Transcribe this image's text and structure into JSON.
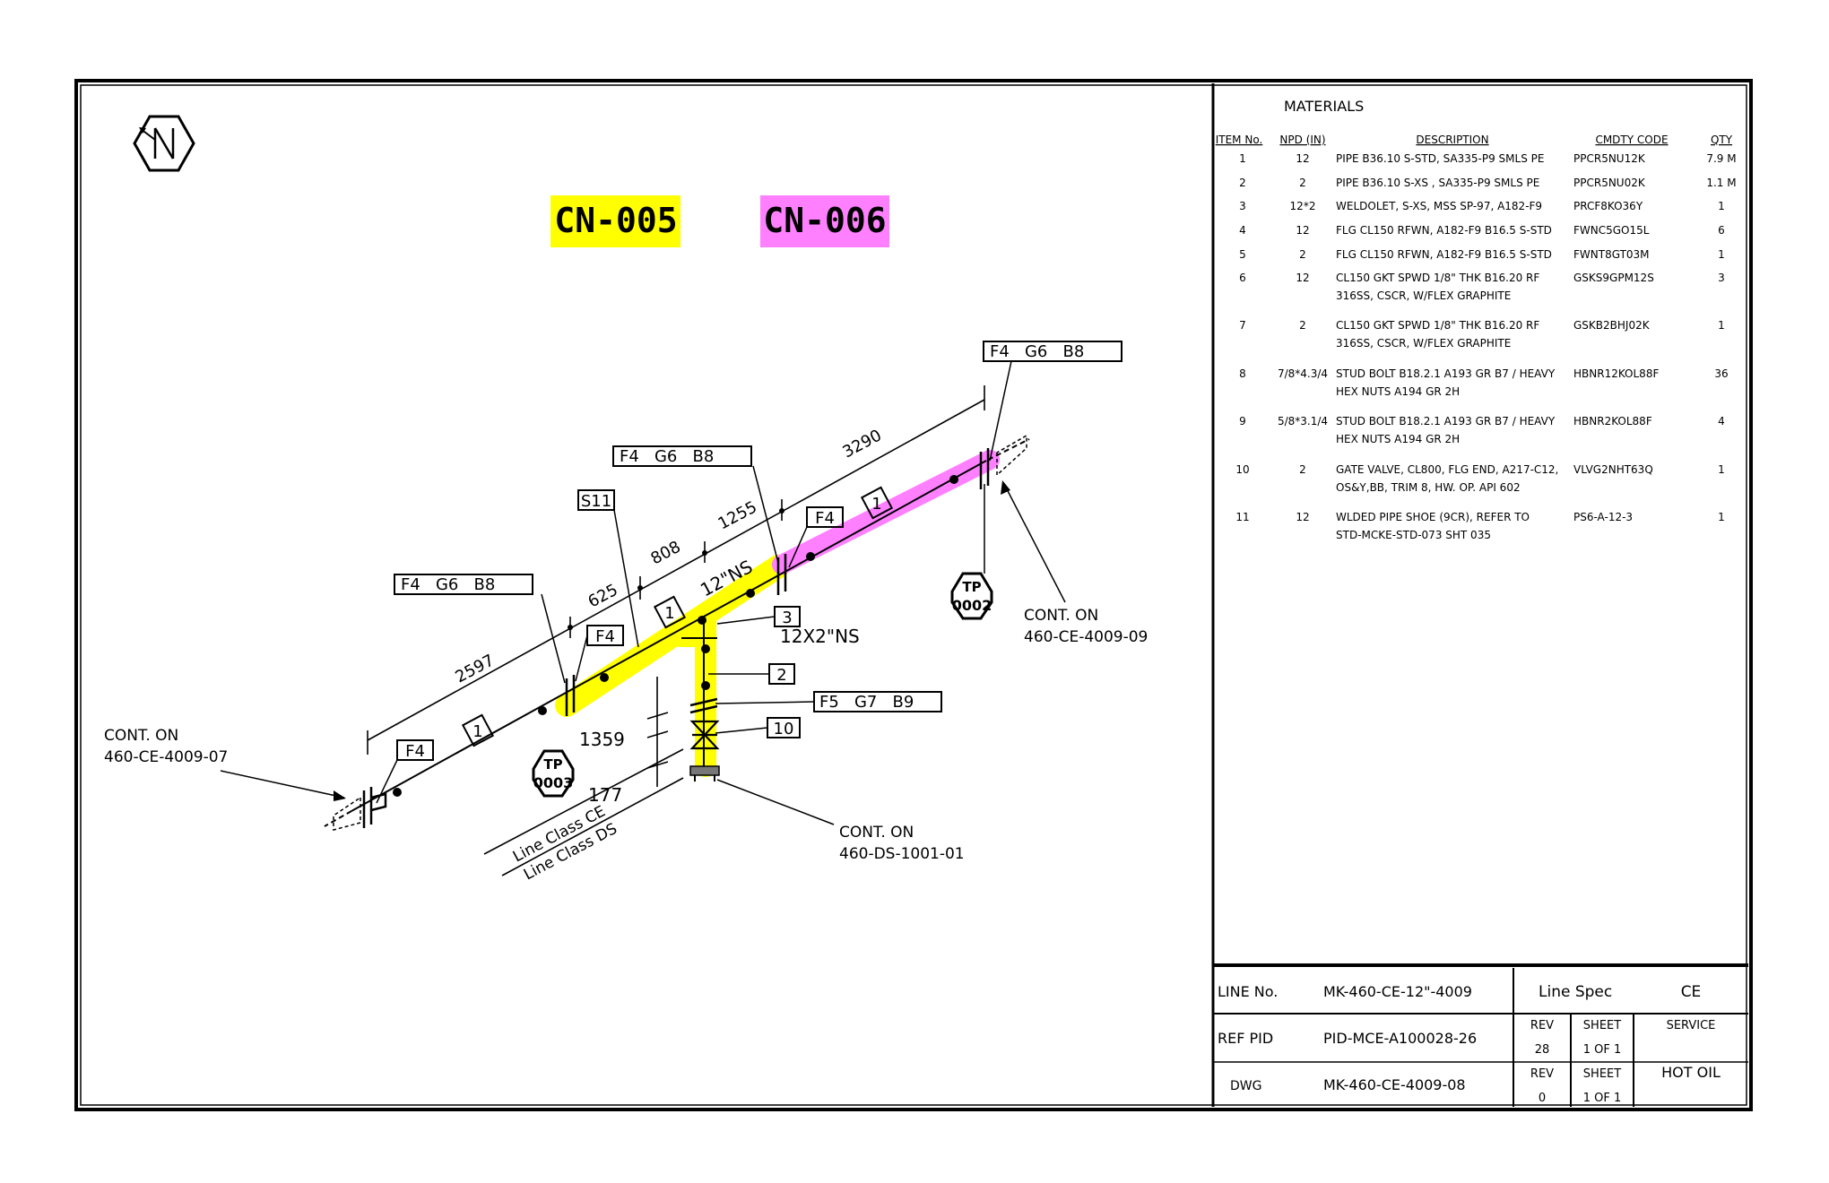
{
  "colors": {
    "cn_005": "#ffff00",
    "cn_006": "#ff80ff",
    "line": "#000000"
  },
  "icons": {
    "north": "north-arrow-icon",
    "tp": "test-point-icon",
    "shoe": "pipe-shoe-icon"
  },
  "callouts": {
    "cn_005": "CN-005",
    "cn_006": "CN-006",
    "fgb_top": "F4   G6   B8",
    "fgb_mid": "F4   G6   B8",
    "fgb_left": "F4   G6   B8",
    "fgb_branch": "F5   G7   B9",
    "f4_a": "F4",
    "f4_b": "F4",
    "f4_c": "F4",
    "s11": "S11",
    "item_1a": "1",
    "item_1b": "1",
    "item_1c": "1",
    "item_2": "2",
    "item_3": "3",
    "item_10": "10",
    "branch_size": "12X2\"NS",
    "ns_label": "12\"NS",
    "tp_0002_a": "TP",
    "tp_0002_b": "0002",
    "tp_0003_a": "TP",
    "tp_0003_b": "0003"
  },
  "dimensions": {
    "d2597": "2597",
    "d625": "625",
    "d808": "808",
    "d1255": "1255",
    "d3290": "3290",
    "d1359": "1359",
    "d177": "177"
  },
  "continuations": {
    "west_1": "CONT. ON",
    "west_2": "460-CE-4009-07",
    "east_1": "CONT. ON",
    "east_2": "460-CE-4009-09",
    "south_1": "CONT. ON",
    "south_2": "460-DS-1001-01"
  },
  "line_class": {
    "ce": "Line Class CE",
    "ds": "Line Class DS"
  },
  "materials": {
    "title": "MATERIALS",
    "headers": {
      "item": "ITEM No.",
      "npd": "NPD (IN)",
      "desc": "DESCRIPTION",
      "code": "CMDTY CODE",
      "qty": "QTY"
    },
    "rows": [
      {
        "item": "1",
        "npd": "12",
        "desc1": "PIPE B36.10 S-STD, SA335-P9 SMLS PE",
        "desc2": "",
        "code": "PPCR5NU12K",
        "qty": "7.9 M"
      },
      {
        "item": "2",
        "npd": "2",
        "desc1": "PIPE B36.10 S-XS , SA335-P9 SMLS PE",
        "desc2": "",
        "code": "PPCR5NU02K",
        "qty": "1.1 M"
      },
      {
        "item": "3",
        "npd": "12*2",
        "desc1": "WELDOLET, S-XS, MSS SP-97, A182-F9",
        "desc2": "",
        "code": "PRCF8KO36Y",
        "qty": "1"
      },
      {
        "item": "4",
        "npd": "12",
        "desc1": "FLG CL150 RFWN, A182-F9 B16.5 S-STD",
        "desc2": "",
        "code": "FWNC5GO15L",
        "qty": "6"
      },
      {
        "item": "5",
        "npd": "2",
        "desc1": "FLG CL150 RFWN, A182-F9 B16.5 S-STD",
        "desc2": "",
        "code": "FWNT8GT03M",
        "qty": "1"
      },
      {
        "item": "6",
        "npd": "12",
        "desc1": "CL150 GKT SPWD 1/8\" THK B16.20 RF",
        "desc2": "316SS, CSCR, W/FLEX GRAPHITE",
        "code": "GSKS9GPM12S",
        "qty": "3"
      },
      {
        "item": "7",
        "npd": "2",
        "desc1": "CL150 GKT SPWD 1/8\" THK B16.20 RF",
        "desc2": "316SS, CSCR, W/FLEX GRAPHITE",
        "code": "GSKB2BHJ02K",
        "qty": "1"
      },
      {
        "item": "8",
        "npd": "7/8*4.3/4",
        "desc1": "STUD BOLT B18.2.1 A193 GR B7 / HEAVY",
        "desc2": "HEX NUTS A194 GR 2H",
        "code": "HBNR12KOL88F",
        "qty": "36"
      },
      {
        "item": "9",
        "npd": "5/8*3.1/4",
        "desc1": "STUD BOLT B18.2.1 A193 GR B7 / HEAVY",
        "desc2": "HEX NUTS A194 GR 2H",
        "code": "HBNR2KOL88F",
        "qty": "4"
      },
      {
        "item": "10",
        "npd": "2",
        "desc1": "GATE VALVE, CL800, FLG END, A217-C12,",
        "desc2": "OS&Y,BB, TRIM 8, HW. OP. API 602",
        "code": "VLVG2NHT63Q",
        "qty": "1"
      },
      {
        "item": "11",
        "npd": "12",
        "desc1": "WLDED PIPE SHOE (9CR), REFER TO",
        "desc2": "STD-MCKE-STD-073 SHT 035",
        "code": "PS6-A-12-3",
        "qty": "1"
      }
    ]
  },
  "title_block": {
    "line_no_label": "LINE No.",
    "line_no_value": "MK-460-CE-12\"-4009",
    "line_spec_label": "Line Spec",
    "line_spec_value": "CE",
    "ref_pid_label": "REF PID",
    "ref_pid_value": "PID-MCE-A100028-26",
    "rev_label_1": "REV",
    "rev_value_1": "28",
    "sheet_label_1": "SHEET",
    "sheet_value_1": "1 OF 1",
    "service_label": "SERVICE",
    "dwg_label": "DWG",
    "dwg_value": "MK-460-CE-4009-08",
    "rev_label_2": "REV",
    "rev_value_2": "0",
    "sheet_label_2": "SHEET",
    "sheet_value_2": "1 OF 1",
    "service_value": "HOT OIL"
  }
}
